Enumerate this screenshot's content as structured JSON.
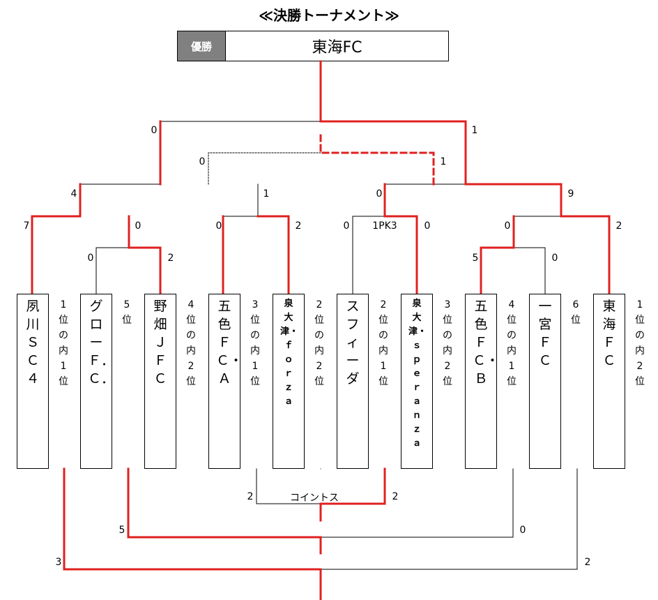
{
  "title": "≪決勝トーナメント≫",
  "winner": {
    "label": "優勝",
    "name": "東海FC"
  },
  "teams": [
    {
      "name": "夙川ＳＣ４",
      "rank": "1位の内1位"
    },
    {
      "name": "グローＦ．Ｃ．",
      "rank": "5位"
    },
    {
      "name": "野畑ＪＦＣ",
      "rank": "4位の内2位"
    },
    {
      "name": "五色ＦＣ・Ａ",
      "rank": "3位の内1位"
    },
    {
      "name": "泉大津・ｆｏｒｚａ",
      "rank": "2位の内2位"
    },
    {
      "name": "スフィーダ",
      "rank": "2位の内1位"
    },
    {
      "name": "泉大津・ｓｐｅｒａｎｚａ",
      "rank": "3位の内2位"
    },
    {
      "name": "五色ＦＣ・Ｂ",
      "rank": "4位の内1位"
    },
    {
      "name": "一宮ＦＣ",
      "rank": "6位"
    },
    {
      "name": "東海ＦＣ",
      "rank": "1位の内2位"
    }
  ],
  "scores": {
    "r0_left": "0",
    "r0_right": "2",
    "r1a_left": "7",
    "r1a_right": "0",
    "r1b_left": "0",
    "r1b_right": "2",
    "r1c_left": "0",
    "r1c_right": "0",
    "r1c_pk": "1PK3",
    "r1d_left": "0",
    "r1d_right": "2",
    "r0b_left": "5",
    "r0b_right": "0",
    "qf_left_left": "4",
    "qf_left_right": "1",
    "qf_right_left": "0",
    "qf_right_right": "9",
    "third_left": "0",
    "third_right": "1",
    "final_left": "0",
    "final_right": "1",
    "p7_left": "2",
    "p7_right": "2",
    "p7_note": "コイントス",
    "p5_left": "5",
    "p5_right": "0",
    "p3_left": "3",
    "p3_right": "2"
  },
  "colors": {
    "win": "#e02020",
    "line": "#000000",
    "label_bg": "#808080"
  }
}
